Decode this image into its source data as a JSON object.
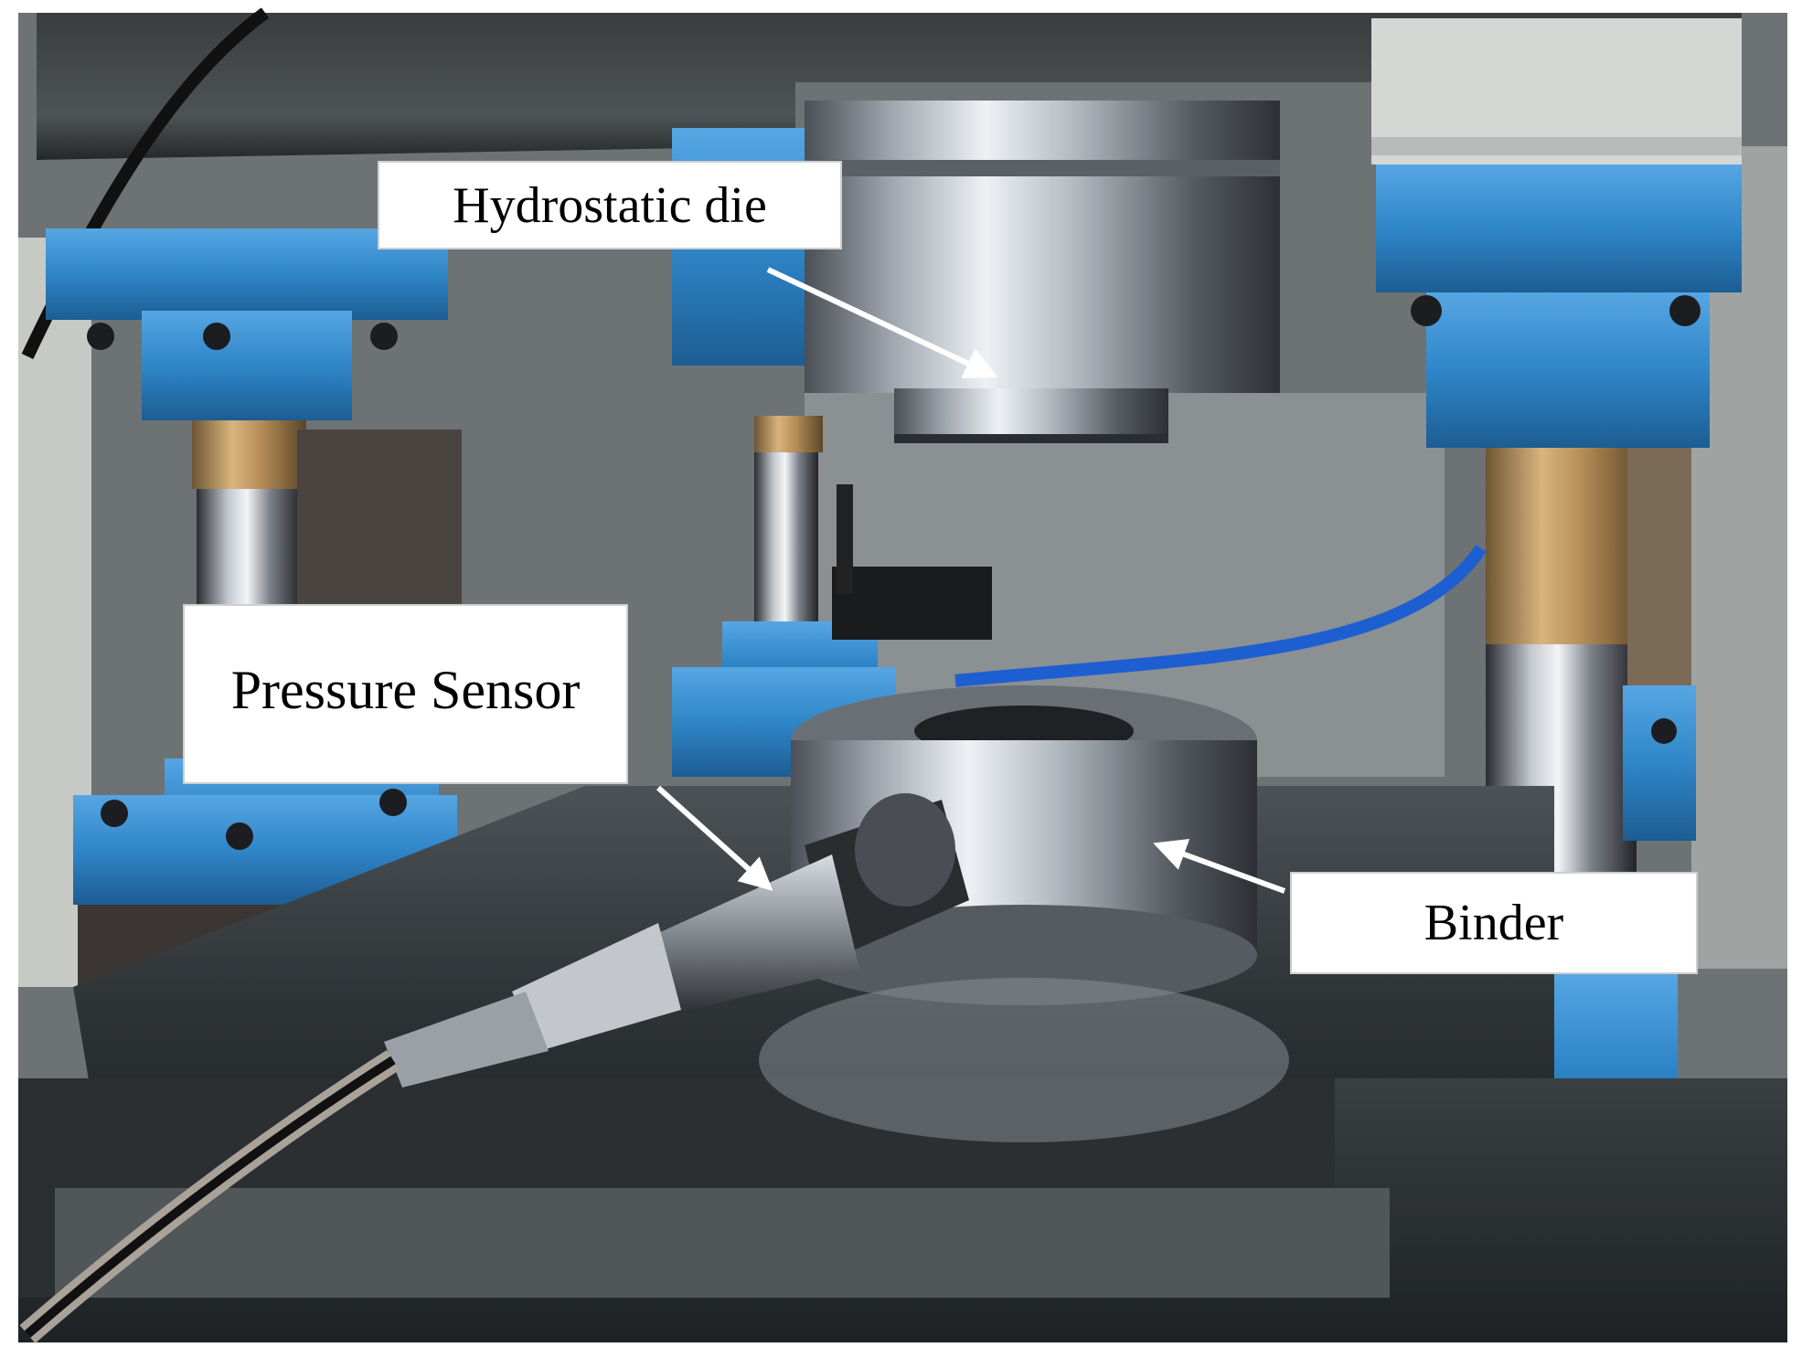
{
  "photo": {
    "palette": {
      "machine_blue": "#2f86c8",
      "steel_light": "#c9ccd0",
      "steel_dark": "#3a3d42",
      "shadow": "#141517",
      "brass": "#b08a55",
      "hose_blue": "#1d5fd0"
    }
  },
  "labels": {
    "hydrostatic_die": "Hydrostatic die",
    "pressure_sensor": "Pressure Sensor",
    "binder": "Binder"
  },
  "icons": {
    "arrow": "arrow-icon"
  }
}
